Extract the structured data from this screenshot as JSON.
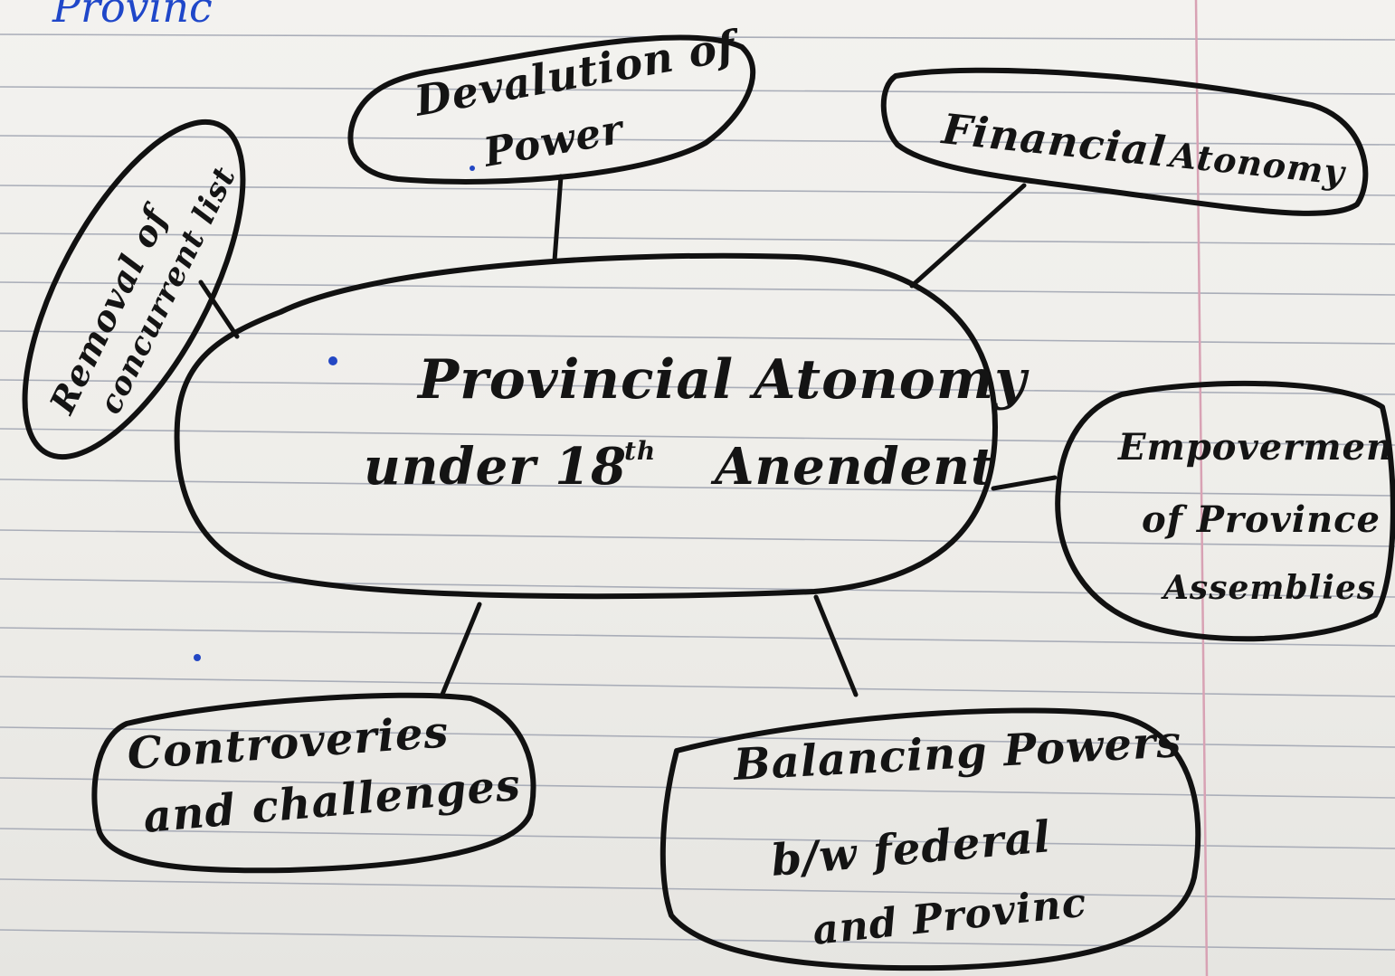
{
  "page_heading": "Provinc",
  "center": {
    "line1": "Provincial Atonomy",
    "line2_pre": "under 18",
    "line2_sup": "th",
    "line2_post": "Anendent"
  },
  "branches": {
    "devolution": {
      "line1": "Devalution of",
      "line2": "Power"
    },
    "financial": {
      "line1": "Financial",
      "line2": "Atonomy"
    },
    "concurrent": {
      "line1": "Removal of",
      "line2": "concurrent list"
    },
    "empowerment": {
      "line1": "Empoverment",
      "line2": "of Province",
      "line3": "Assemblies"
    },
    "controversies": {
      "line1": "Controveries",
      "line2": "and challenges"
    },
    "balancing": {
      "line1": "Balancing Powers",
      "line2": "b/w federal",
      "line3": "and Provinc"
    }
  },
  "colors": {
    "ink": "#141414",
    "blue_ink": "#1f47c9",
    "rule_line": "#a9adb8",
    "margin_line": "#d8a2b4",
    "paper": "#eeede9"
  }
}
